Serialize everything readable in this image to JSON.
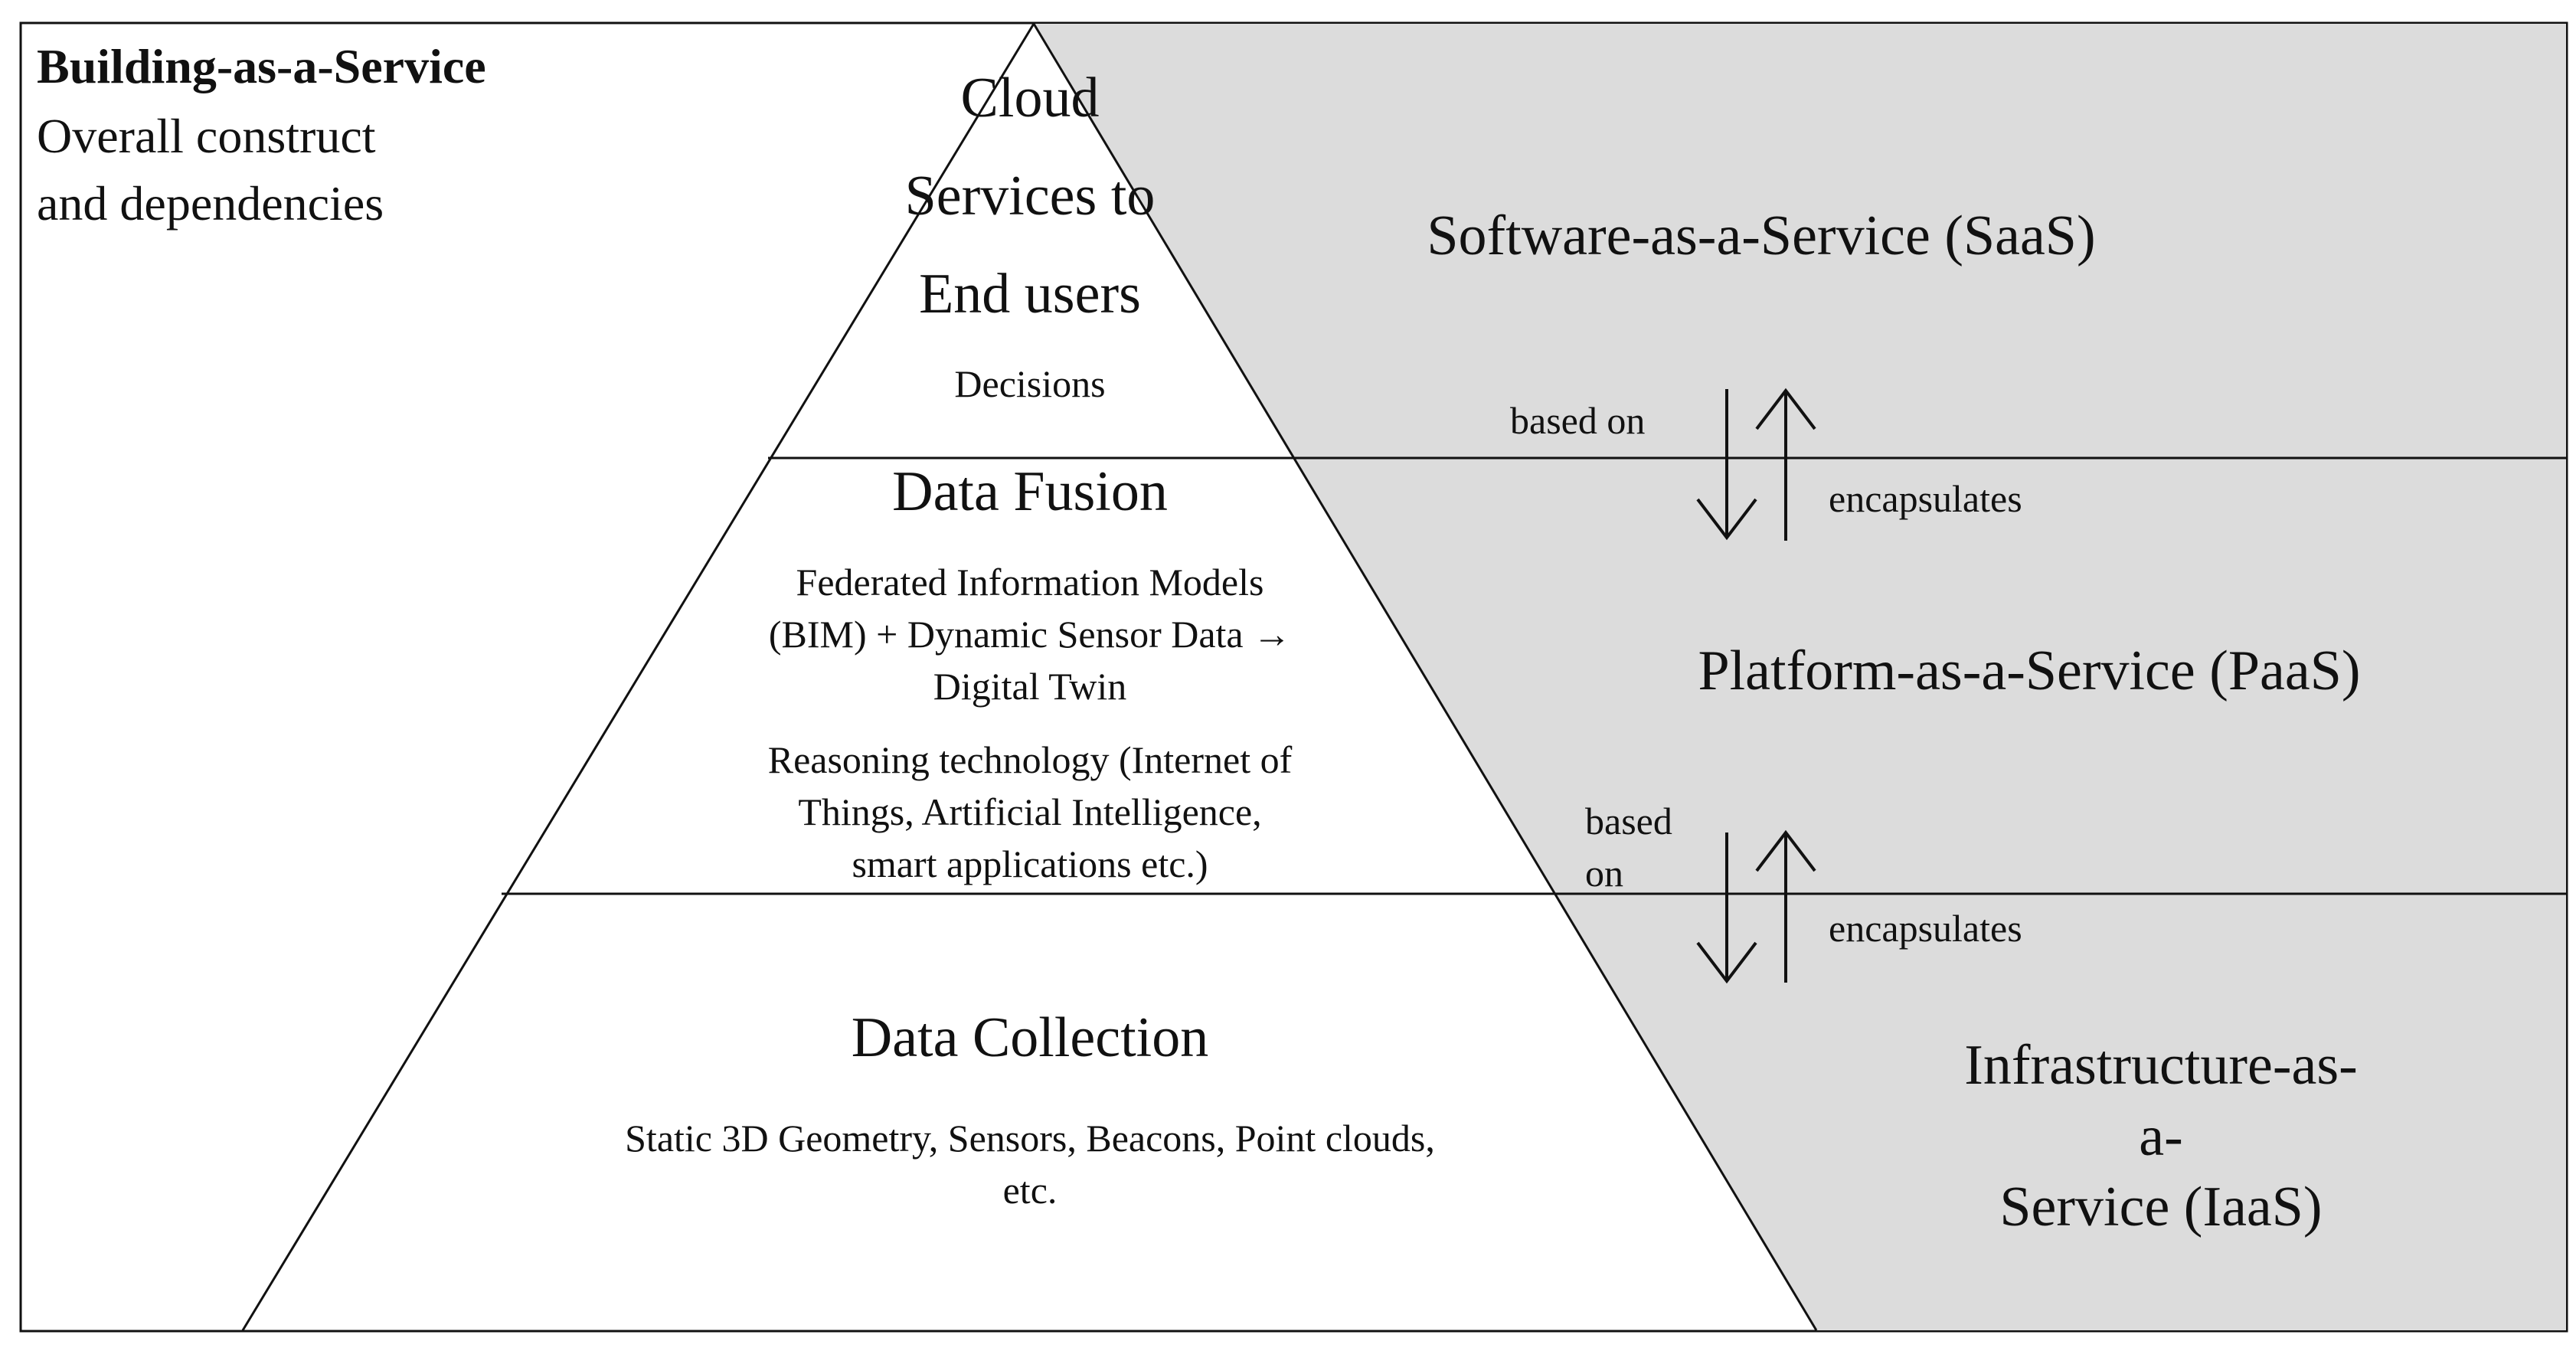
{
  "title": {
    "bold": "Building-as-a-Service",
    "subtitle": "Overall construct\nand dependencies"
  },
  "pyramid": {
    "top": {
      "line1": "Cloud",
      "line2": "Services to",
      "line3": "End users",
      "sub": "Decisions"
    },
    "middle": {
      "title": "Data Fusion",
      "block1": "Federated Information Models\n(BIM) + Dynamic Sensor Data →\nDigital Twin",
      "block2": "Reasoning technology (Internet of\nThings, Artificial Intelligence,\nsmart applications etc.)"
    },
    "bottom": {
      "title": "Data Collection",
      "sub": "Static 3D Geometry, Sensors, Beacons, Point clouds,\netc."
    }
  },
  "layers": {
    "saas": "Software-as-a-Service (SaaS)",
    "paas": "Platform-as-a-Service (PaaS)",
    "iaas": "Infrastructure-as-a-\nService (IaaS)"
  },
  "relations": {
    "upper_based_on": "based on",
    "upper_encapsulates": "encapsulates",
    "lower_based_on": "based\non",
    "lower_encapsulates": "encapsulates"
  },
  "colors": {
    "layer_fill": "#dcdcdc",
    "line": "#111111",
    "background": "#ffffff"
  }
}
